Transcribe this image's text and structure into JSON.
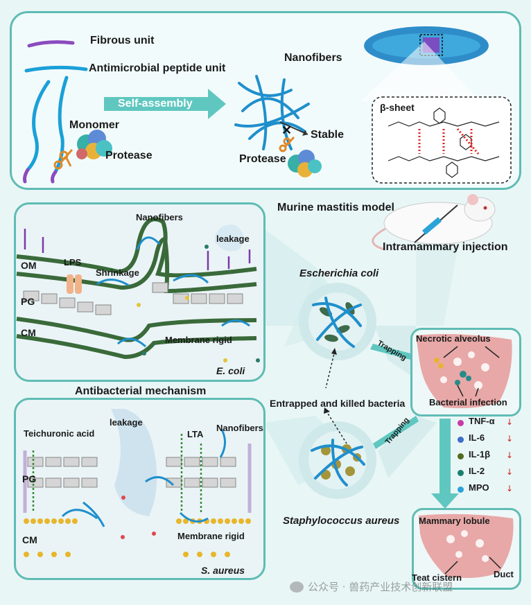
{
  "top": {
    "fibrous_unit": "Fibrous unit",
    "amp_unit": "Antimicrobial peptide unit",
    "monomer": "Monomer",
    "protease_left": "Protease",
    "self_assembly": "Self-assembly",
    "nanofibers": "Nanofibers",
    "stable": "Stable",
    "protease_mid": "Protease",
    "beta_sheet": "β-sheet"
  },
  "mouse": {
    "model": "Murine mastitis model",
    "injection": "Intramammary injection"
  },
  "ecoli_panel": {
    "nanofibers": "Nanofibers",
    "leakage": "leakage",
    "om": "OM",
    "lps": "LPS",
    "shrinkage": "Shrinkage",
    "pg": "PG",
    "cm": "CM",
    "membrane_rigid": "Membrane rigid",
    "organism": "E. coli"
  },
  "mechanism_title": "Antibacterial mechanism",
  "saureus_panel": {
    "leakage": "leakage",
    "teichuronic": "Teichuronic acid",
    "lta": "LTA",
    "nanofibers": "Nanofibers",
    "pg": "PG",
    "cm": "CM",
    "membrane_rigid": "Membrane rigid",
    "organism": "S. aureus"
  },
  "center": {
    "ecoli": "Escherichia coli",
    "entrapped": "Entrapped  and killed bacteria",
    "saureus": "Staphylococcus aureus",
    "trapping_top": "Trapping",
    "trapping_bottom": "Trapping"
  },
  "tissue_top": {
    "necrotic": "Necrotic alveolus",
    "infection": "Bacterial infection"
  },
  "cytokines": [
    {
      "name": "TNF-α",
      "color": "#c83aa8"
    },
    {
      "name": "IL-6",
      "color": "#3b6fc9"
    },
    {
      "name": "IL-1β",
      "color": "#4f6b1f"
    },
    {
      "name": "IL-2",
      "color": "#1d7f6f"
    },
    {
      "name": "MPO",
      "color": "#2aa3d9"
    }
  ],
  "tissue_bottom": {
    "lobule": "Mammary lobule",
    "cistern": "Teat cistern",
    "duct": "Duct"
  },
  "watermark": "公众号 · 兽药产业技术创新联盟",
  "colors": {
    "panel_border": "#5fbcb4",
    "fiber_blue": "#1aa0d8",
    "fibrous_purple": "#8b4bbf",
    "arrow_teal": "#5fc7c0",
    "tissue_pink": "#e8a8a8",
    "bacteria_ecoli": "#3e6b4a",
    "bacteria_saureus": "#a5953a",
    "lipid_yellow": "#e8b62c",
    "protein_grey": "#cfcfcf"
  }
}
